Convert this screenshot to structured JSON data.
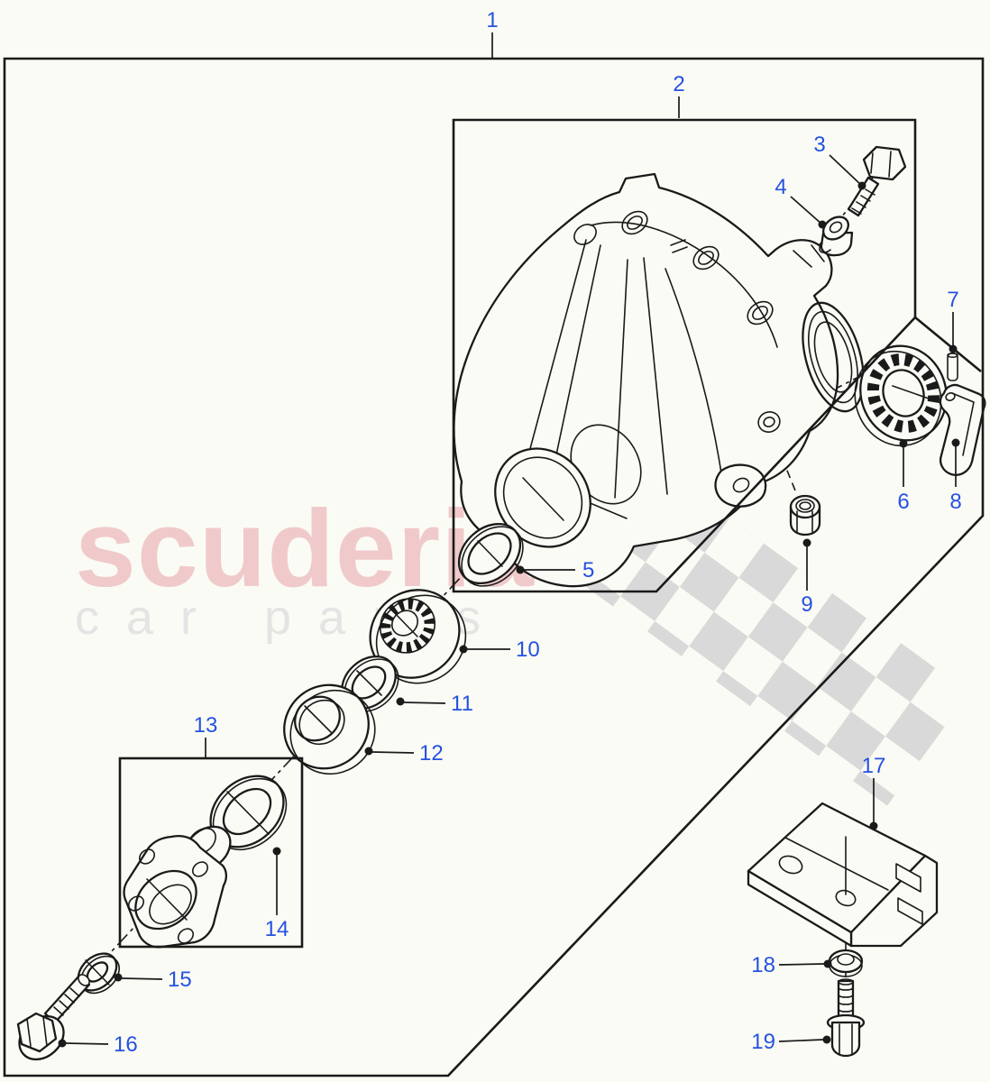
{
  "diagram": {
    "type": "exploded-parts-diagram",
    "watermark": {
      "brand": "scuderia",
      "sub": "car parts"
    },
    "colors": {
      "label_blue": "#2452e0",
      "line_black": "#1a1a1a",
      "watermark_pink": "#f0caca",
      "watermark_gray": "#e4e4e4",
      "checker_gray": "#d9d9d9",
      "background": "#fbfbf5"
    },
    "callouts": [
      {
        "id": "1"
      },
      {
        "id": "2"
      },
      {
        "id": "3"
      },
      {
        "id": "4"
      },
      {
        "id": "5"
      },
      {
        "id": "6"
      },
      {
        "id": "7"
      },
      {
        "id": "8"
      },
      {
        "id": "9"
      },
      {
        "id": "10"
      },
      {
        "id": "11"
      },
      {
        "id": "12"
      },
      {
        "id": "13"
      },
      {
        "id": "14"
      },
      {
        "id": "15"
      },
      {
        "id": "16"
      },
      {
        "id": "17"
      },
      {
        "id": "18"
      },
      {
        "id": "19"
      }
    ]
  }
}
